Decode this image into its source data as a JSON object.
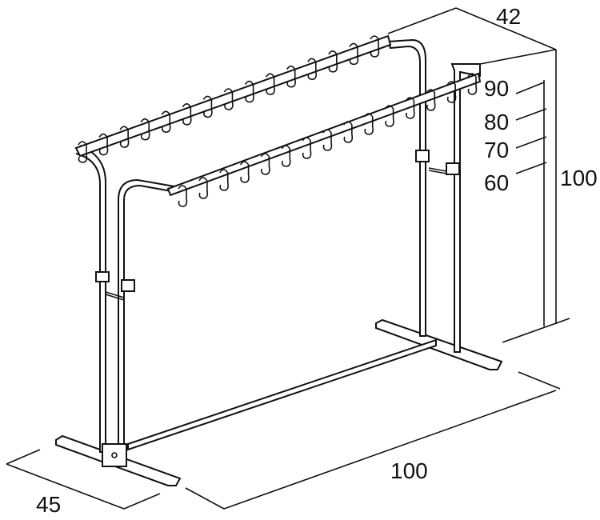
{
  "dimensions": {
    "top_depth": "42",
    "height_90": "90",
    "height_80": "80",
    "height_70": "70",
    "height_60": "60",
    "height_total": "100",
    "length": "100",
    "base_depth": "45"
  },
  "colors": {
    "line": "#111111",
    "background": "#ffffff"
  }
}
